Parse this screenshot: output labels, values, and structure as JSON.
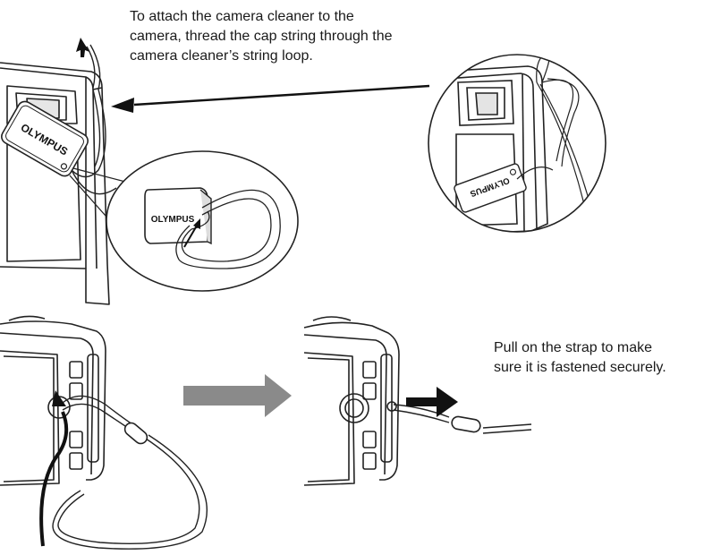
{
  "captions": {
    "attach": [
      "To attach the camera cleaner to the",
      "camera, thread the cap string through the",
      "camera cleaner’s string loop."
    ],
    "pull": [
      "Pull on the strap to make",
      "sure it is fastened securely."
    ]
  },
  "brand": {
    "logo_text": "OLYMPUS"
  },
  "colors": {
    "line": "#222222",
    "gray_arrow": "#8a8a8a",
    "black_arrow": "#111111"
  },
  "icons": {
    "step_arrow": "right-arrow-icon",
    "pull_arrow": "right-arrow-icon"
  }
}
